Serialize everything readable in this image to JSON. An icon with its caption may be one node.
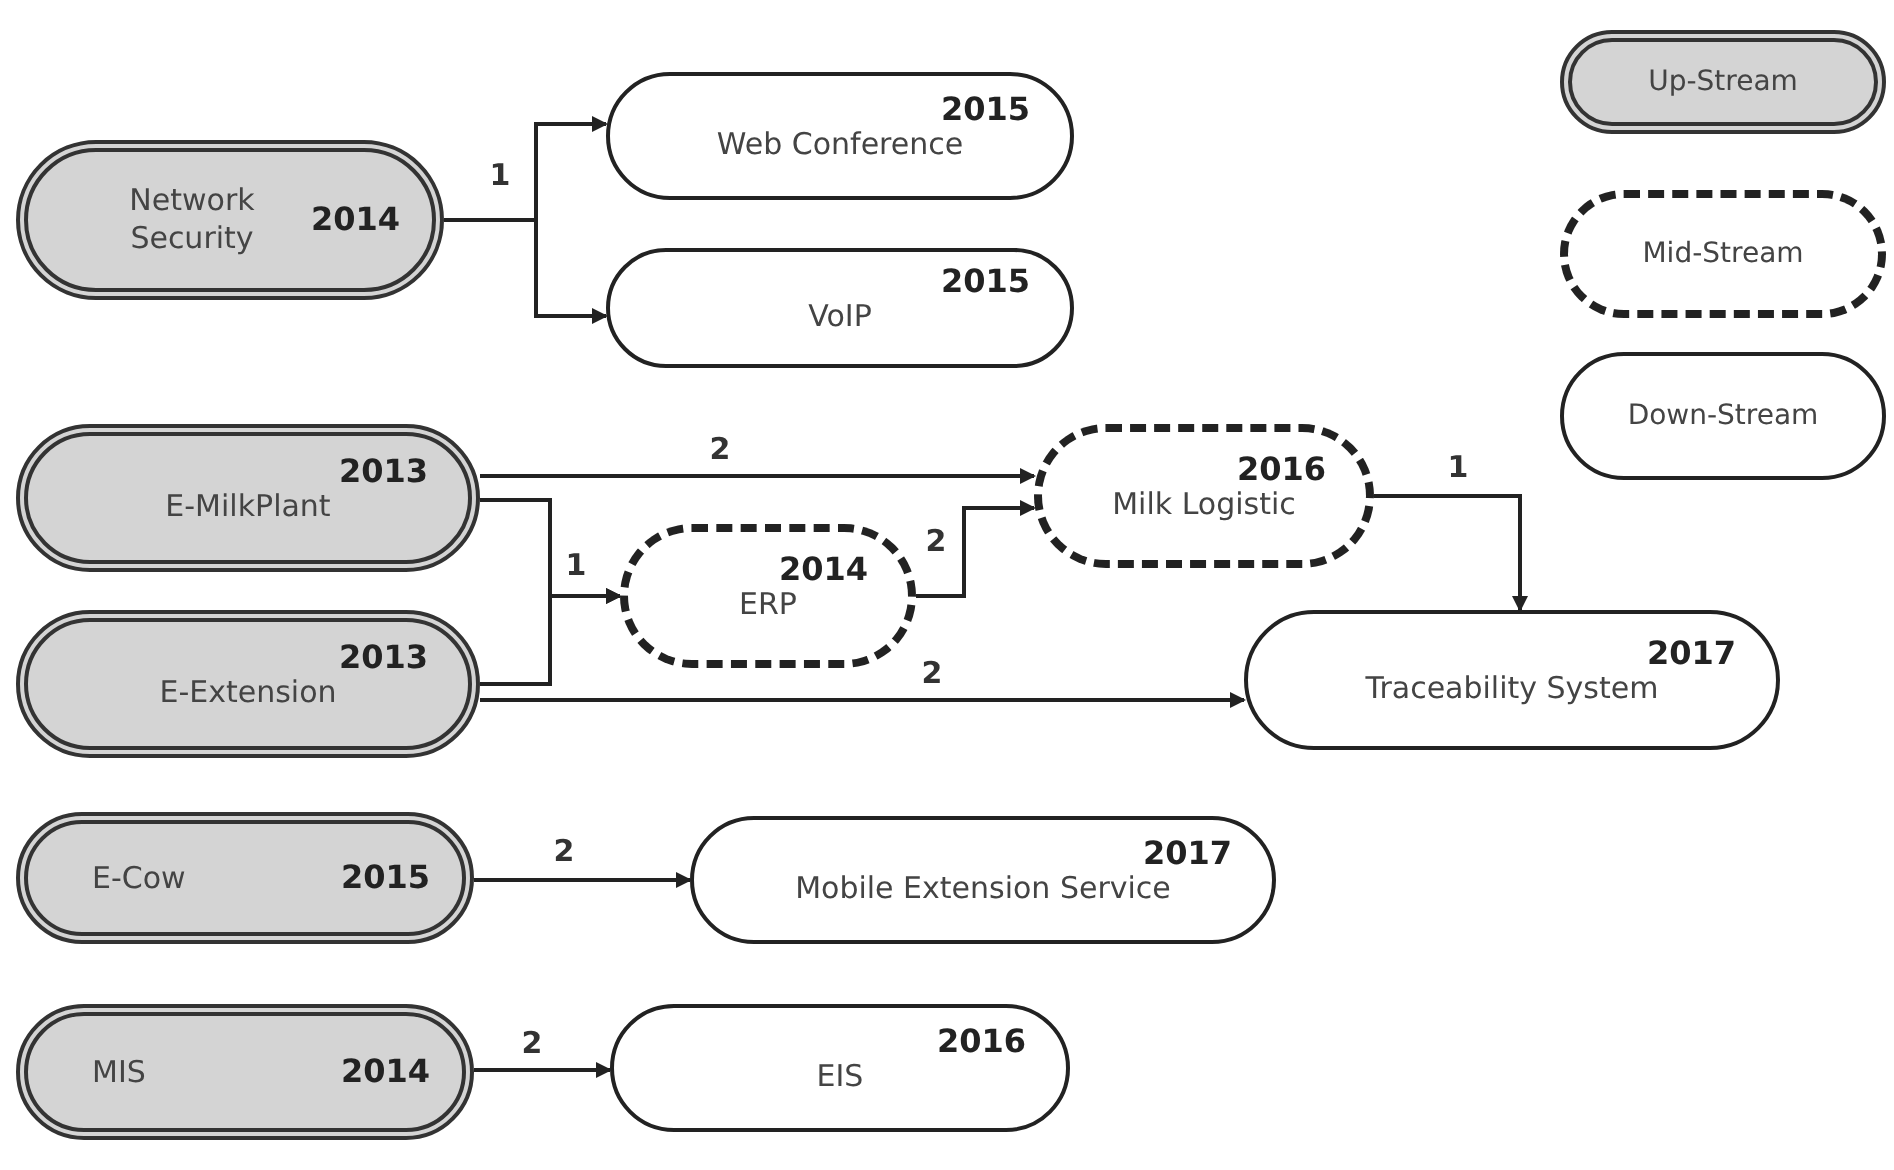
{
  "diagram": {
    "nodes": [
      {
        "text": [
          "Network Security",
          "2014"
        ]
      },
      {
        "text": [
          "2015",
          "Web Conference"
        ]
      },
      {
        "text": [
          "2015",
          "VoIP"
        ]
      },
      {
        "text": [
          "2013",
          "E-MilkPlant"
        ]
      },
      {
        "text": [
          "2013",
          "E-Extension"
        ]
      },
      {
        "text": [
          "2014",
          "ERP"
        ]
      },
      {
        "text": [
          "2016",
          "Milk Logistic"
        ]
      },
      {
        "text": [
          "2017",
          "Traceability System"
        ]
      },
      {
        "text": [
          "E-Cow",
          "2015"
        ]
      },
      {
        "text": [
          "2017",
          "Mobile Extension Service"
        ]
      },
      {
        "text": [
          "MIS",
          "2014"
        ]
      },
      {
        "text": [
          "2016",
          "EIS"
        ]
      }
    ],
    "edges": [
      {
        "from": 0,
        "to": 1,
        "arrow": "to",
        "label": "1"
      },
      {
        "from": 0,
        "to": 2,
        "arrow": "to"
      },
      {
        "from": 3,
        "to": 6,
        "arrow": "to",
        "label": "2"
      },
      {
        "from": 3,
        "to": 5,
        "arrow": "to",
        "label": "1"
      },
      {
        "from": 4,
        "to": 5,
        "arrow": "to"
      },
      {
        "from": 5,
        "to": 6,
        "arrow": "to",
        "label": "2"
      },
      {
        "from": 6,
        "to": 7,
        "arrow": "to",
        "label": "1"
      },
      {
        "from": 4,
        "to": 7,
        "arrow": "to",
        "label": "2"
      },
      {
        "from": 8,
        "to": 9,
        "arrow": "to",
        "label": "2"
      },
      {
        "from": 10,
        "to": 11,
        "arrow": "to",
        "label": "2"
      }
    ],
    "legend": [
      {
        "text": "Up-Stream"
      },
      {
        "text": "Mid-Stream"
      },
      {
        "text": "Down-Stream"
      }
    ]
  }
}
